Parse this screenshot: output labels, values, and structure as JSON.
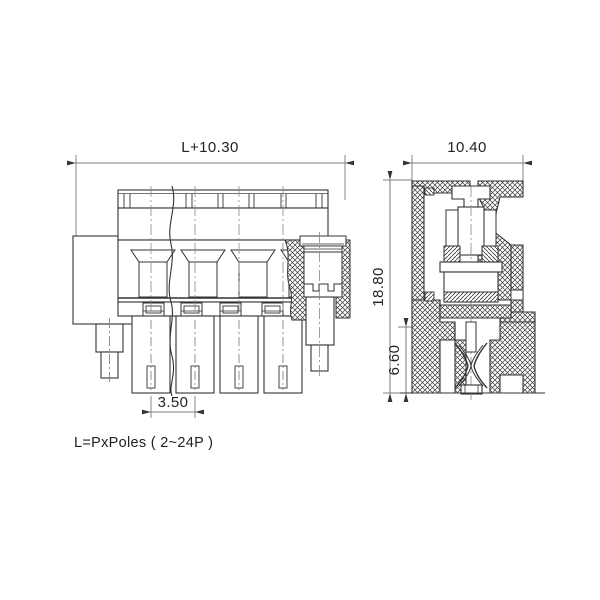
{
  "drawing": {
    "title": "Pluggable Terminal Block Connector - Dimensional Drawing",
    "background_color": "#ffffff",
    "line_color": "#333333",
    "hatch_color": "#444444",
    "text_color": "#222222",
    "units": "mm"
  },
  "views": {
    "front": {
      "name": "front-view",
      "label": "",
      "poles_shown": 4
    },
    "side": {
      "name": "side-section-view",
      "label": ""
    }
  },
  "dimensions": {
    "overall_length": {
      "value": "L+10.30",
      "orientation": "horizontal",
      "view": "front"
    },
    "pitch": {
      "value": "3.50",
      "orientation": "horizontal",
      "view": "front"
    },
    "width": {
      "value": "10.40",
      "orientation": "horizontal",
      "view": "side"
    },
    "height": {
      "value": "18.80",
      "orientation": "vertical",
      "view": "side"
    },
    "lower_height": {
      "value": "6.60",
      "orientation": "vertical",
      "view": "side"
    }
  },
  "notes": {
    "pole_formula": "L=PxPoles ( 2~24P )"
  }
}
